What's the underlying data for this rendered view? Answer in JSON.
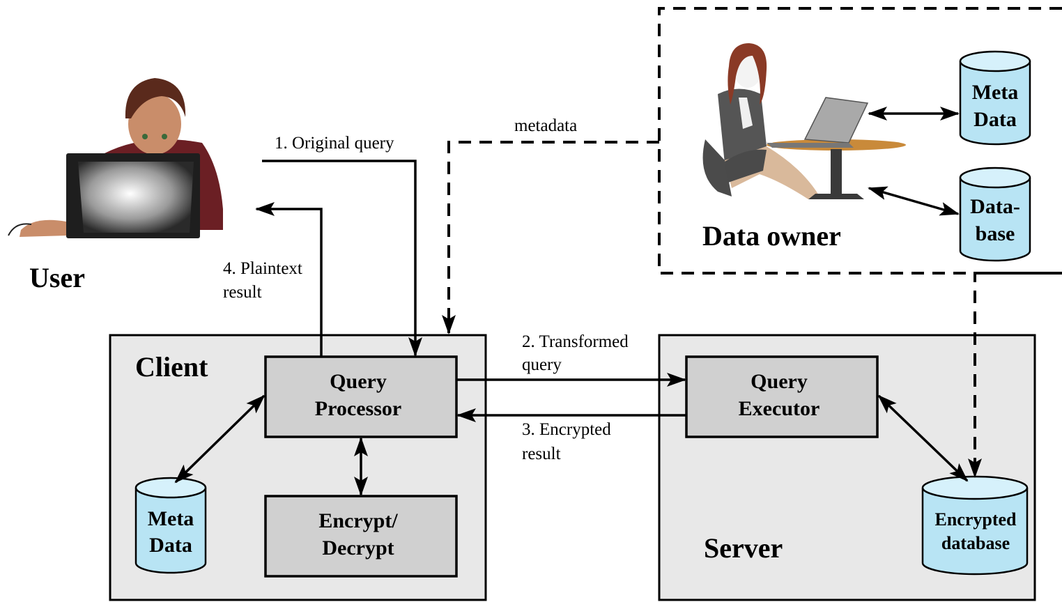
{
  "actors": {
    "user": "User",
    "data_owner": "Data owner"
  },
  "regions": {
    "client": "Client",
    "server": "Server"
  },
  "components": {
    "query_processor": [
      "Query",
      "Processor"
    ],
    "encrypt_decrypt": [
      "Encrypt/",
      "Decrypt"
    ],
    "query_executor": [
      "Query",
      "Executor"
    ]
  },
  "stores": {
    "client_meta": [
      "Meta",
      "Data"
    ],
    "owner_meta": [
      "Meta",
      "Data"
    ],
    "owner_database": [
      "Data-",
      "base"
    ],
    "encrypted_database": [
      "Encrypted",
      "database"
    ]
  },
  "flows": {
    "original_query": "1. Original query",
    "transformed_query": [
      "2. Transformed",
      "query"
    ],
    "encrypted_result": [
      "3. Encrypted",
      "result"
    ],
    "plaintext_result": [
      "4. Plaintext",
      "result"
    ],
    "metadata": "metadata"
  },
  "colors": {
    "region_fill": "#e8e8e8",
    "component_fill": "#d0d0d0",
    "cylinder_fill": "#b8e4f4",
    "cylinder_top": "#d6f1fb"
  }
}
